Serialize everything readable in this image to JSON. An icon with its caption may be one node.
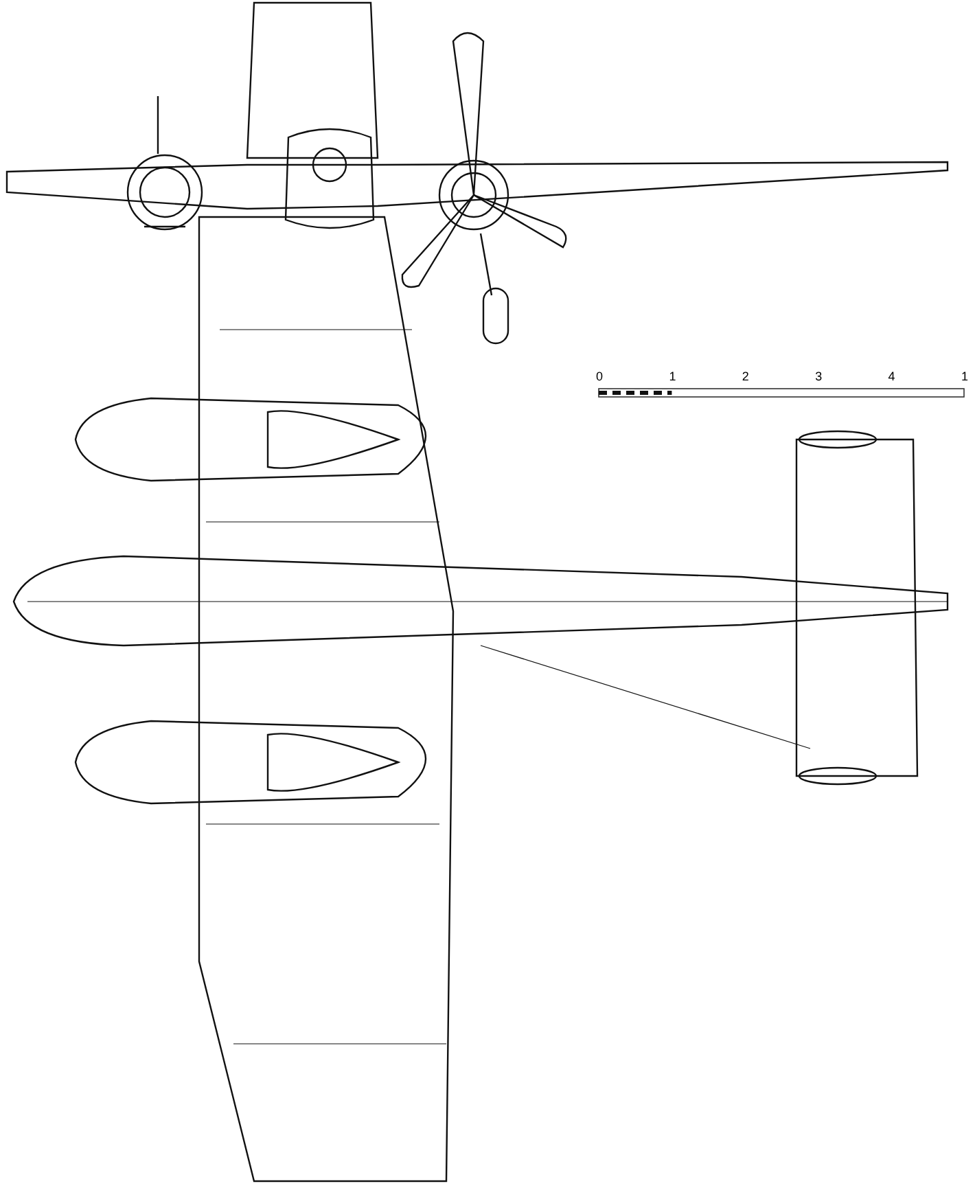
{
  "diagram": {
    "labels": [
      "0",
      "1",
      "2",
      "3",
      "4",
      "1"
    ]
  }
}
